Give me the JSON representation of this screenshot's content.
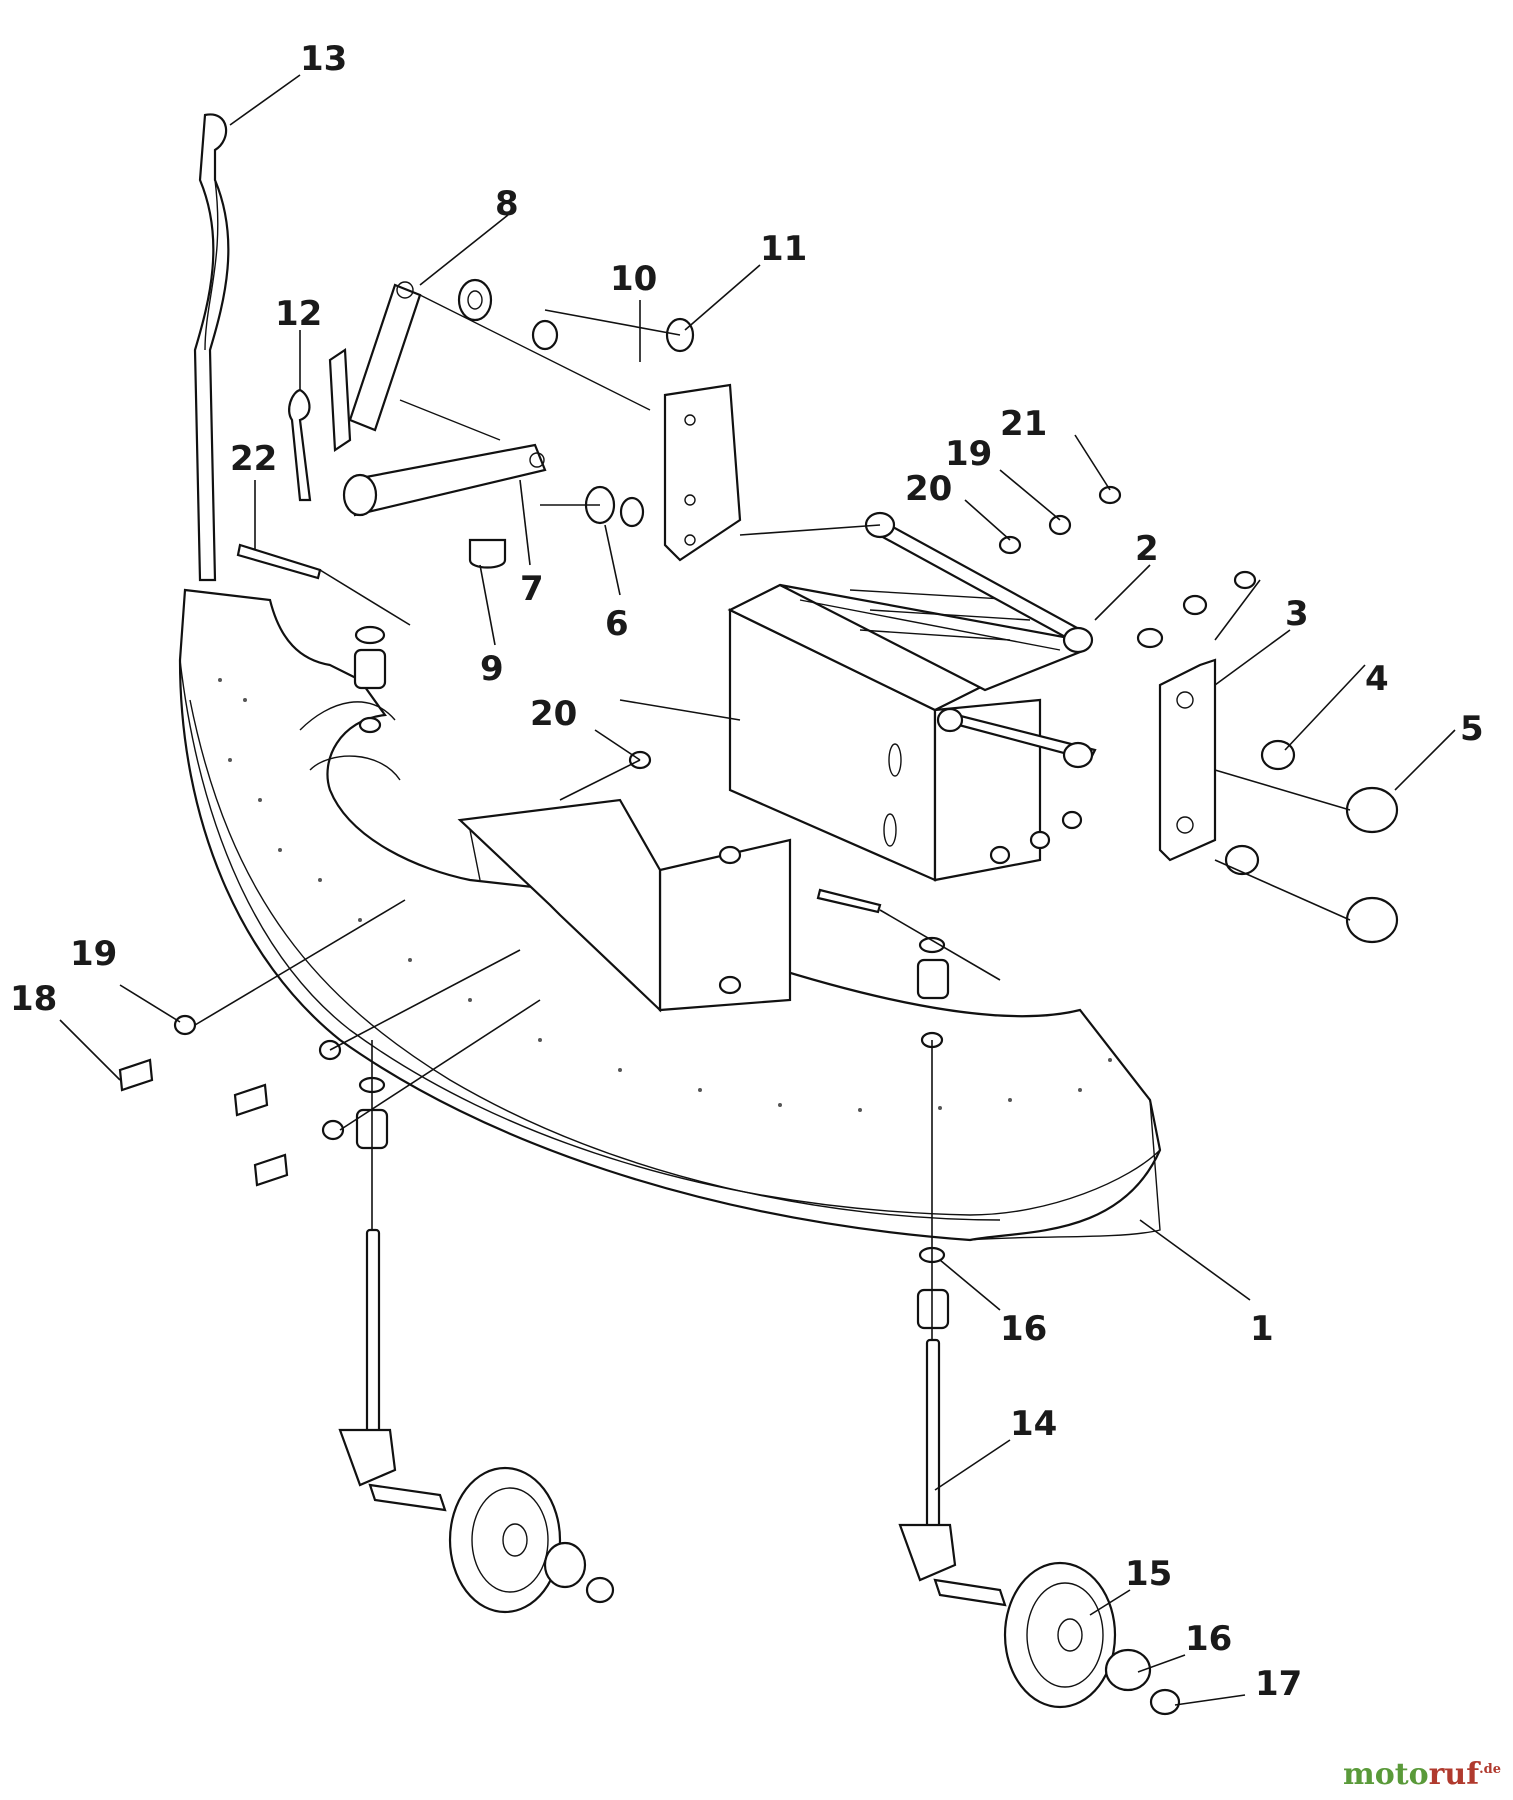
{
  "labels": [
    "13",
    "8",
    "10",
    "11",
    "12",
    "22",
    "9",
    "7",
    "6",
    "21",
    "19",
    "20",
    "2",
    "3",
    "4",
    "5",
    "20",
    "19",
    "18",
    "16",
    "1",
    "14",
    "15",
    "16",
    "17"
  ],
  "watermark": {
    "part1": "moto",
    "part2": "ruf",
    "suffix": ".de"
  },
  "colors": {
    "line": "#111111",
    "label": "#1a1a1a",
    "watermark_green": "#5a9a3a",
    "watermark_red": "#b03a2e"
  }
}
